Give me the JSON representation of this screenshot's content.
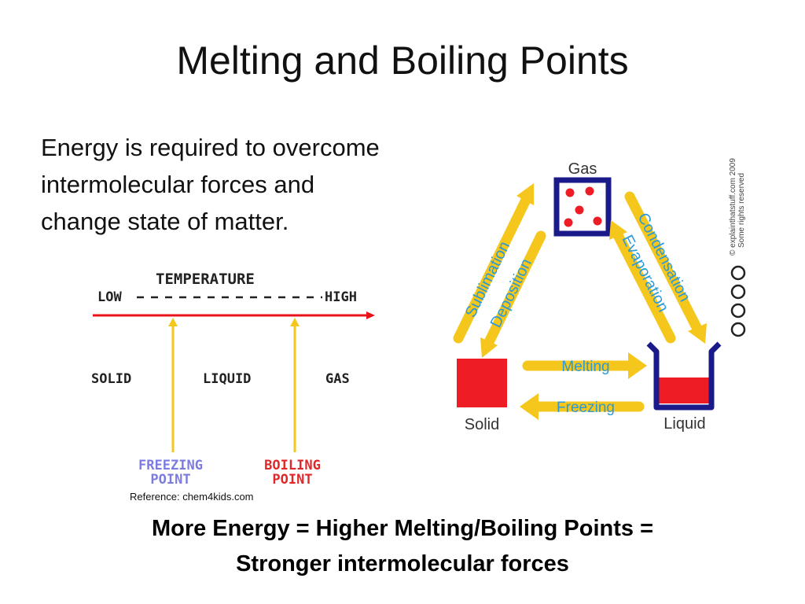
{
  "slide": {
    "title": "Melting and Boiling Points",
    "body_text": "Energy is required to overcome intermolecular forces and change state of matter.",
    "reference": "Reference: chem4kids.com",
    "conclusion_line1": "More Energy = Higher Melting/Boiling Points =",
    "conclusion_line2": "Stronger intermolecular forces"
  },
  "temperature_figure": {
    "heading": "TEMPERATURE",
    "low_label": "LOW",
    "high_label": "HIGH",
    "states": [
      "SOLID",
      "LIQUID",
      "GAS"
    ],
    "freezing_label_1": "FREEZING",
    "freezing_label_2": "POINT",
    "boiling_label_1": "BOILING",
    "boiling_label_2": "POINT",
    "colors": {
      "axis": "#e8141c",
      "arrow": "#f5c61c",
      "freezing": "#7c7ce0",
      "boiling": "#e0282a"
    }
  },
  "state_figure": {
    "gas_label": "Gas",
    "solid_label": "Solid",
    "liquid_label": "Liquid",
    "sublimation_label": "Sublimation",
    "deposition_label": "Deposition",
    "condensation_label": "Condensation",
    "evaporation_label": "Evaporation",
    "melting_label": "Melting",
    "freezing_label": "Freezing",
    "credit_line1": "© explainthatstuff.com 2009",
    "credit_line2": "Some rights reserved",
    "colors": {
      "arrow": "#f5c61c",
      "process_text": "#2a9ad8",
      "box": "#1a1a8a",
      "fill": "#ee1c24"
    }
  }
}
